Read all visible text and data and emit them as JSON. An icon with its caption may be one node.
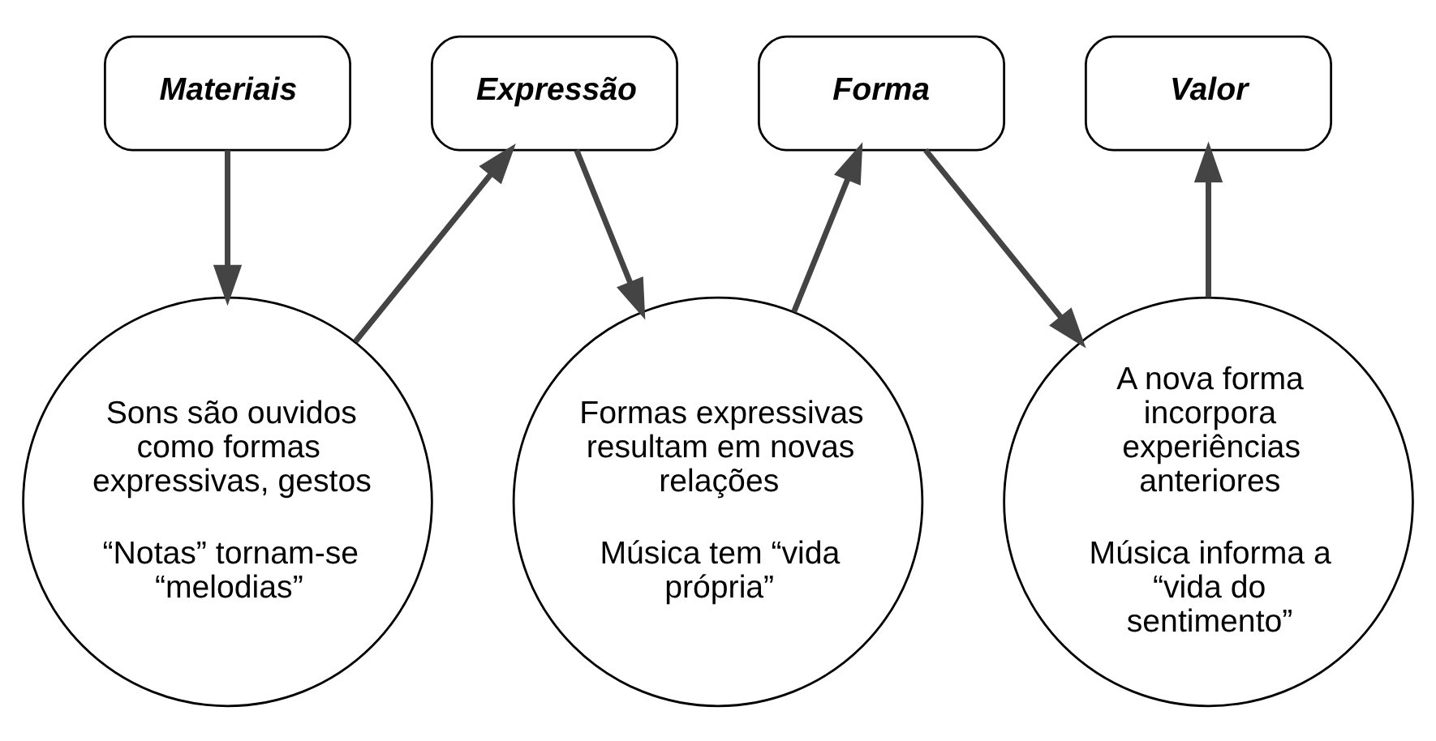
{
  "diagram": {
    "nodes": [
      {
        "text": [
          "Materiais"
        ]
      },
      {
        "text": [
          "Expressão"
        ]
      },
      {
        "text": [
          "Forma"
        ]
      },
      {
        "text": [
          "Valor"
        ]
      },
      {
        "text": [
          "Sons são ouvidos como formas expressivas, gestos",
          "“Notas” tornam-se “melodias”"
        ]
      },
      {
        "text": [
          "Formas expressivas resultam em novas relações",
          "Música tem “vida própria”"
        ]
      },
      {
        "text": [
          "A nova forma incorpora experiências anteriores",
          "Música informa a “vida do sentimento”"
        ]
      }
    ],
    "edges": [
      {
        "from": 0,
        "to": 4,
        "arrow": "to"
      },
      {
        "from": 4,
        "to": 1,
        "arrow": "to"
      },
      {
        "from": 1,
        "to": 5,
        "arrow": "to"
      },
      {
        "from": 5,
        "to": 2,
        "arrow": "to"
      },
      {
        "from": 2,
        "to": 6,
        "arrow": "to"
      },
      {
        "from": 6,
        "to": 3,
        "arrow": "to"
      }
    ]
  }
}
